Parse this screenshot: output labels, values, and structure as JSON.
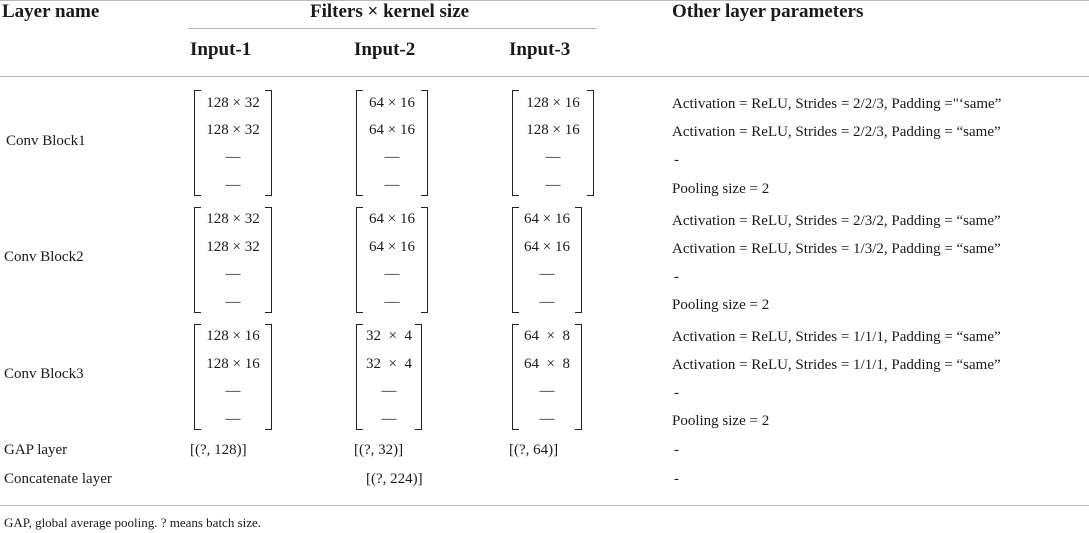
{
  "headers": {
    "layer_name": "Layer name",
    "filters_kernel": "Filters × kernel size",
    "other_params": "Other layer parameters",
    "inputs": [
      "Input-1",
      "Input-2",
      "Input-3"
    ]
  },
  "blocks": [
    {
      "name": "Conv Block1",
      "inputs": [
        [
          "128 × 32",
          "128 × 32",
          "—",
          "—"
        ],
        [
          "64 × 16",
          "64 × 16",
          "—",
          "—"
        ],
        [
          "128 × 16",
          "128 × 16",
          "—",
          "—"
        ]
      ],
      "params": [
        "Activation = ReLU, Strides = 2/2/3, Padding =\"‘same”",
        "Activation = ReLU, Strides = 2/2/3, Padding = “same”",
        "-",
        "Pooling size = 2"
      ]
    },
    {
      "name": "Conv Block2",
      "inputs": [
        [
          "128 × 32",
          "128 × 32",
          "—",
          "—"
        ],
        [
          "64 × 16",
          "64 × 16",
          "—",
          "—"
        ],
        [
          "64 × 16",
          "64 × 16",
          "—",
          "—"
        ]
      ],
      "params": [
        "Activation = ReLU, Strides = 2/3/2, Padding = “same”",
        "Activation = ReLU, Strides = 1/3/2, Padding = “same”",
        "-",
        "Pooling size = 2"
      ]
    },
    {
      "name": "Conv Block3",
      "inputs": [
        [
          "128 × 16",
          "128 × 16",
          "—",
          "—"
        ],
        [
          "32  ×  4",
          "32  ×  4",
          "—",
          "—"
        ],
        [
          "64  ×  8",
          "64  ×  8",
          "—",
          "—"
        ]
      ],
      "params": [
        "Activation = ReLU, Strides = 1/1/1, Padding = “same”",
        "Activation = ReLU, Strides = 1/1/1, Padding = “same”",
        "-",
        "Pooling size = 2"
      ]
    }
  ],
  "gap_row": {
    "name": "GAP layer",
    "values": [
      "[(?, 128)]",
      "[(?, 32)]",
      "[(?, 64)]"
    ],
    "params": "-"
  },
  "concat_row": {
    "name": "Concatenate layer",
    "value": "[(?, 224)]",
    "params": "-"
  },
  "footnote": "GAP, global average pooling. ? means batch size."
}
